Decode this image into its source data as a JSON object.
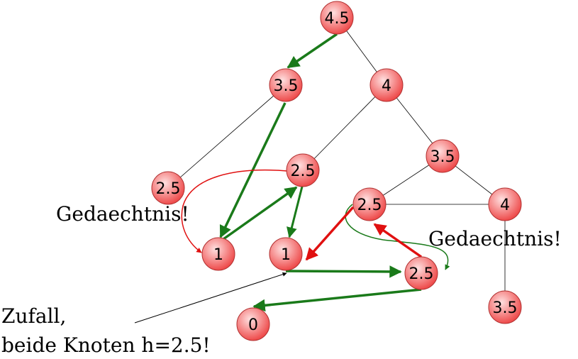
{
  "nodes": [
    {
      "id": "n1",
      "label": "4.5"
    },
    {
      "id": "n2",
      "label": "3.5"
    },
    {
      "id": "n3",
      "label": "4"
    },
    {
      "id": "n4",
      "label": "2.5"
    },
    {
      "id": "n5",
      "label": "2.5"
    },
    {
      "id": "n6",
      "label": "3.5"
    },
    {
      "id": "n7",
      "label": "2.5"
    },
    {
      "id": "n8",
      "label": "4"
    },
    {
      "id": "n9",
      "label": "1"
    },
    {
      "id": "n10",
      "label": "1"
    },
    {
      "id": "n11",
      "label": "2.5"
    },
    {
      "id": "n12",
      "label": "3.5"
    },
    {
      "id": "n13",
      "label": "0"
    }
  ],
  "annotations": {
    "memory_left": "Gedaechtnis!",
    "memory_right": "Gedaechtnis!",
    "random_line1": "Zufall,",
    "random_line2": "beide Knoten h=2.5!"
  },
  "colors": {
    "node_fill_light": "#ffd6d6",
    "node_fill_dark": "#ee4b4b",
    "node_stroke": "#b03030",
    "tree_edge": "#000000",
    "search_path": "#1a7a1a",
    "backtrack": "#e01010",
    "pointer": "#000000"
  }
}
